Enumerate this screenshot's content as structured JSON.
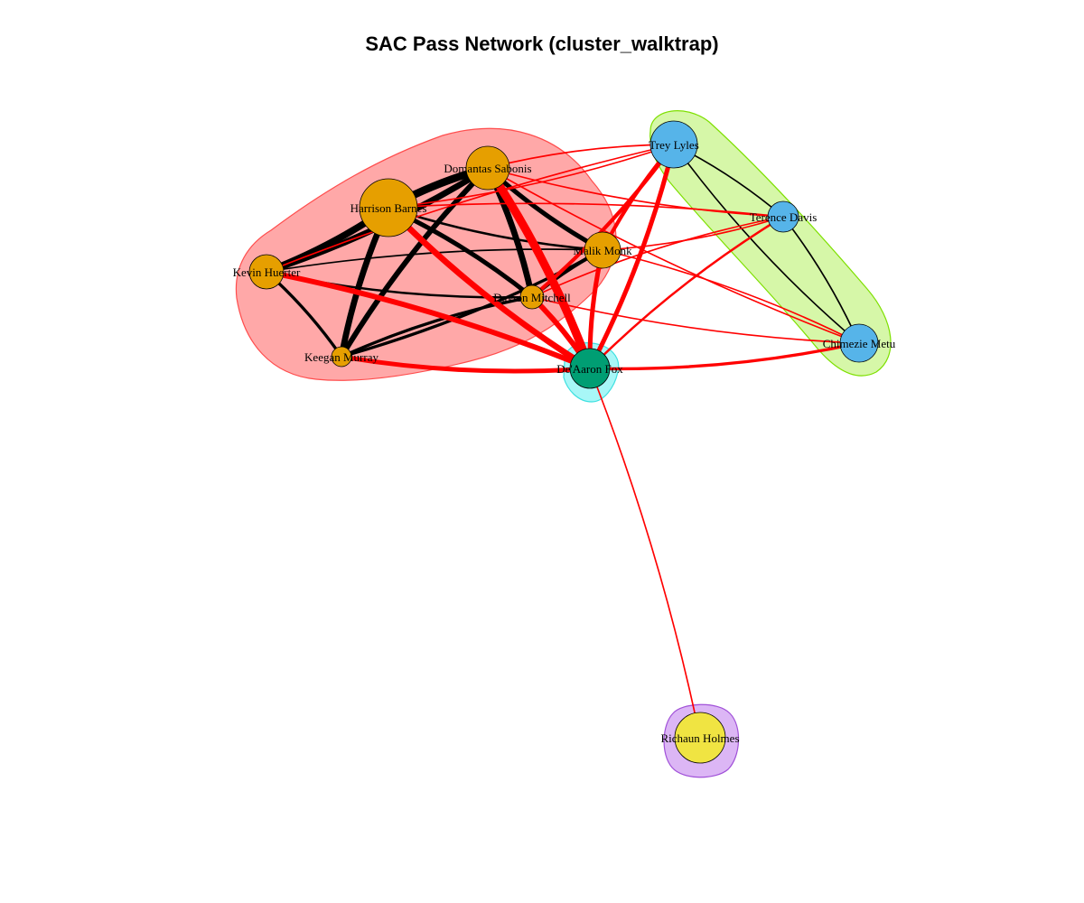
{
  "title": "SAC Pass Network (cluster_walktrap)",
  "colors": {
    "community_red_fill": "#ffa8a8",
    "community_red_border": "#ff4d4d",
    "community_green_fill": "#d6f7a8",
    "community_green_border": "#7ee000",
    "community_cyan_fill": "#a8f7f7",
    "community_cyan_border": "#3ee0e0",
    "community_purple_fill": "#dcb6f5",
    "community_purple_border": "#a050d8",
    "node_orange": "#E69F00",
    "node_blue": "#56B4E9",
    "node_green": "#009E73",
    "node_yellow": "#F0E442",
    "edge_within": "#000000",
    "edge_between": "#ff0000"
  },
  "nodes": [
    {
      "id": "Domantas Sabonis",
      "label": "Domantas Sabonis",
      "community": 1
    },
    {
      "id": "Harrison Barnes",
      "label": "Harrison Barnes",
      "community": 1
    },
    {
      "id": "Kevin Huerter",
      "label": "Kevin Huerter",
      "community": 1
    },
    {
      "id": "Malik Monk",
      "label": "Malik Monk",
      "community": 1
    },
    {
      "id": "Davion Mitchell",
      "label": "Davion Mitchell",
      "community": 1
    },
    {
      "id": "Keegan Murray",
      "label": "Keegan Murray",
      "community": 1
    },
    {
      "id": "De'Aaron Fox",
      "label": "De'Aaron Fox",
      "community": 3
    },
    {
      "id": "Trey Lyles",
      "label": "Trey Lyles",
      "community": 2
    },
    {
      "id": "Terence Davis",
      "label": "Terence Davis",
      "community": 2
    },
    {
      "id": "Chimezie Metu",
      "label": "Chimezie Metu",
      "community": 2
    },
    {
      "id": "Richaun Holmes",
      "label": "Richaun Holmes",
      "community": 4
    }
  ],
  "edges": [
    {
      "from": "Domantas Sabonis",
      "to": "Harrison Barnes",
      "weight": 9
    },
    {
      "from": "Domantas Sabonis",
      "to": "Kevin Huerter",
      "weight": 7
    },
    {
      "from": "Domantas Sabonis",
      "to": "Malik Monk",
      "weight": 5
    },
    {
      "from": "Domantas Sabonis",
      "to": "Davion Mitchell",
      "weight": 7
    },
    {
      "from": "Domantas Sabonis",
      "to": "Keegan Murray",
      "weight": 6
    },
    {
      "from": "Harrison Barnes",
      "to": "Kevin Huerter",
      "weight": 8
    },
    {
      "from": "Harrison Barnes",
      "to": "Malik Monk",
      "weight": 2
    },
    {
      "from": "Harrison Barnes",
      "to": "Davion Mitchell",
      "weight": 5
    },
    {
      "from": "Harrison Barnes",
      "to": "Keegan Murray",
      "weight": 7
    },
    {
      "from": "Kevin Huerter",
      "to": "Malik Monk",
      "weight": 1
    },
    {
      "from": "Kevin Huerter",
      "to": "Davion Mitchell",
      "weight": 2
    },
    {
      "from": "Kevin Huerter",
      "to": "Keegan Murray",
      "weight": 3
    },
    {
      "from": "Malik Monk",
      "to": "Davion Mitchell",
      "weight": 4
    },
    {
      "from": "Malik Monk",
      "to": "Keegan Murray",
      "weight": 3
    },
    {
      "from": "Davion Mitchell",
      "to": "Keegan Murray",
      "weight": 3
    },
    {
      "from": "Trey Lyles",
      "to": "Terence Davis",
      "weight": 1
    },
    {
      "from": "Trey Lyles",
      "to": "Chimezie Metu",
      "weight": 1
    },
    {
      "from": "Terence Davis",
      "to": "Chimezie Metu",
      "weight": 1
    },
    {
      "from": "De'Aaron Fox",
      "to": "Domantas Sabonis",
      "weight": 10
    },
    {
      "from": "De'Aaron Fox",
      "to": "Harrison Barnes",
      "weight": 7
    },
    {
      "from": "De'Aaron Fox",
      "to": "Kevin Huerter",
      "weight": 6
    },
    {
      "from": "De'Aaron Fox",
      "to": "Malik Monk",
      "weight": 5
    },
    {
      "from": "De'Aaron Fox",
      "to": "Davion Mitchell",
      "weight": 6
    },
    {
      "from": "De'Aaron Fox",
      "to": "Keegan Murray",
      "weight": 5
    },
    {
      "from": "De'Aaron Fox",
      "to": "Trey Lyles",
      "weight": 5
    },
    {
      "from": "De'Aaron Fox",
      "to": "Terence Davis",
      "weight": 2
    },
    {
      "from": "De'Aaron Fox",
      "to": "Chimezie Metu",
      "weight": 3
    },
    {
      "from": "De'Aaron Fox",
      "to": "Richaun Holmes",
      "weight": 1
    },
    {
      "from": "Trey Lyles",
      "to": "Domantas Sabonis",
      "weight": 1
    },
    {
      "from": "Trey Lyles",
      "to": "Harrison Barnes",
      "weight": 1
    },
    {
      "from": "Trey Lyles",
      "to": "Malik Monk",
      "weight": 4
    },
    {
      "from": "Trey Lyles",
      "to": "Davion Mitchell",
      "weight": 4
    },
    {
      "from": "Trey Lyles",
      "to": "Kevin Huerter",
      "weight": 1
    },
    {
      "from": "Terence Davis",
      "to": "Domantas Sabonis",
      "weight": 1
    },
    {
      "from": "Terence Davis",
      "to": "Harrison Barnes",
      "weight": 1
    },
    {
      "from": "Terence Davis",
      "to": "Malik Monk",
      "weight": 1
    },
    {
      "from": "Terence Davis",
      "to": "Davion Mitchell",
      "weight": 1
    },
    {
      "from": "Chimezie Metu",
      "to": "Domantas Sabonis",
      "weight": 1
    },
    {
      "from": "Chimezie Metu",
      "to": "Malik Monk",
      "weight": 1
    },
    {
      "from": "Chimezie Metu",
      "to": "Davion Mitchell",
      "weight": 1
    }
  ]
}
